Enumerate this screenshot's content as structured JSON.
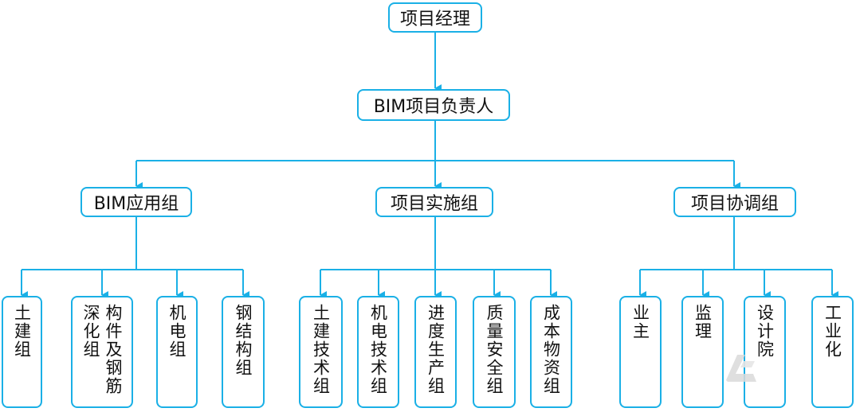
{
  "colors": {
    "line": "#1ab0e6",
    "box_border": "#1ab0e6",
    "text": "#111111",
    "watermark": "#d9d9d9"
  },
  "root": {
    "label": "项目经理"
  },
  "second": {
    "label": "BIM项目负责人"
  },
  "groups": [
    {
      "label": "BIM应用组",
      "children": [
        [
          "土建组"
        ],
        [
          "深化组",
          "构件及钢筋"
        ],
        [
          "机电组"
        ],
        [
          "钢结构组"
        ]
      ]
    },
    {
      "label": "项目实施组",
      "children": [
        [
          "土建技术组"
        ],
        [
          "机电技术组"
        ],
        [
          "进度生产组"
        ],
        [
          "质量安全组"
        ],
        [
          "成本物资组"
        ]
      ]
    },
    {
      "label": "项目协调组",
      "children": [
        [
          "业主"
        ],
        [
          "监理"
        ],
        [
          "设计院"
        ],
        [
          "工业化"
        ]
      ]
    }
  ]
}
